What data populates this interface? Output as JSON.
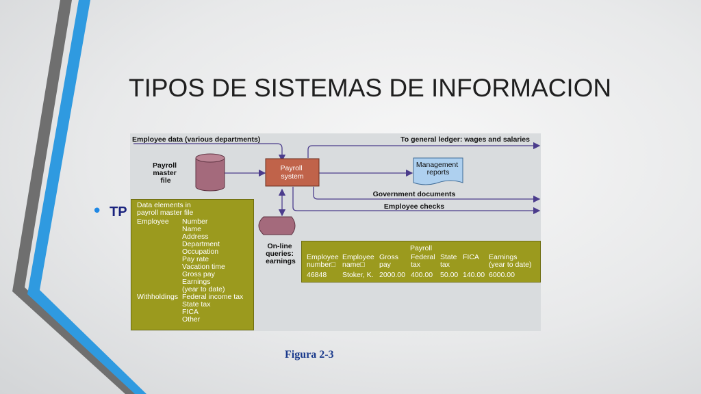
{
  "slide": {
    "title": "TIPOS DE SISTEMAS DE INFORMACION",
    "bullet": "TP",
    "caption": "Figura 2-3"
  },
  "diagram": {
    "flows": {
      "employee_data": "Employee data (various departments)",
      "general_ledger": "To general ledger: wages and salaries",
      "government_documents": "Government documents",
      "employee_checks": "Employee checks"
    },
    "payroll_master_file": [
      "Payroll",
      "master",
      "file"
    ],
    "payroll_system": [
      "Payroll",
      "system"
    ],
    "management_reports": [
      "Management",
      "reports"
    ],
    "online_queries": [
      "On-line",
      "queries:",
      "earnings"
    ],
    "master_file_panel": {
      "title": [
        "Data elements in",
        "payroll master file"
      ],
      "groups": [
        {
          "category": "Employee",
          "fields": [
            "Number",
            "Name",
            "Address",
            "Department",
            "Occupation",
            "Pay rate",
            "Vacation time",
            "Gross pay",
            "Earnings",
            "(year to date)"
          ]
        },
        {
          "category": "Withholdings",
          "fields": [
            "Federal income tax",
            "State tax",
            "FICA",
            "Other"
          ]
        }
      ]
    },
    "payroll_record": {
      "title": "Payroll",
      "columns": [
        {
          "header": [
            "Employee",
            "number□"
          ],
          "value": "46848"
        },
        {
          "header": [
            "Employee",
            "name□"
          ],
          "value": "Stoker, K."
        },
        {
          "header": [
            "Gross",
            "pay"
          ],
          "value": "2000.00"
        },
        {
          "header": [
            "Federal",
            "tax"
          ],
          "value": "400.00"
        },
        {
          "header": [
            "State",
            "tax"
          ],
          "value": "50.00"
        },
        {
          "header": [
            "FICA",
            ""
          ],
          "value": "140.00"
        },
        {
          "header": [
            "Earnings",
            "(year to date)"
          ],
          "value": "6000.00"
        }
      ]
    }
  },
  "colors": {
    "accent_blue": "#2f9ae0",
    "accent_gray": "#6f6f6f",
    "panel_olive": "#9b9a1e",
    "payroll_box": "#c0634a",
    "database": "#a46a7c",
    "reports": "#aed0ef",
    "arrow": "#4b3c8c"
  }
}
